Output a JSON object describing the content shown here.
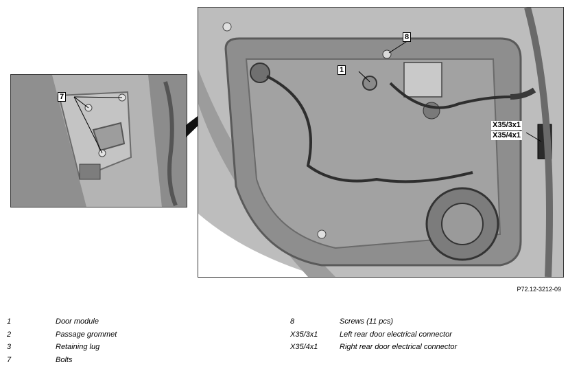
{
  "figure": {
    "reference": "P72.12-3212-09",
    "callouts": {
      "inset": "7",
      "screws": "8",
      "door_module": "1",
      "connector_left": "X35/3x1",
      "connector_right": "X35/4x1"
    }
  },
  "legend": {
    "left": [
      {
        "num": "1",
        "desc": "Door module"
      },
      {
        "num": "2",
        "desc": "Passage grommet"
      },
      {
        "num": "3",
        "desc": "Retaining lug"
      },
      {
        "num": "7",
        "desc": "Bolts"
      }
    ],
    "right": [
      {
        "num": "8",
        "desc": "Screws (11 pcs)"
      },
      {
        "num": "X35/3x1",
        "desc": "Left rear door electrical connector"
      },
      {
        "num": "X35/4x1",
        "desc": "Right rear door electrical connector"
      }
    ]
  }
}
